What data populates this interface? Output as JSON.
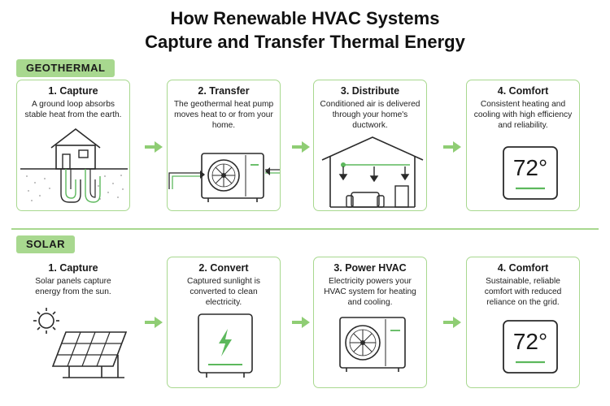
{
  "title_line1": "How Renewable HVAC Systems",
  "title_line2": "Capture and Transfer Thermal Energy",
  "colors": {
    "accent_green": "#a8d88f",
    "dark_green": "#5cb85c",
    "line": "#2a2a2a"
  },
  "geothermal": {
    "label": "GEOTHERMAL",
    "steps": [
      {
        "title": "1. Capture",
        "desc": "A ground loop absorbs stable heat from the earth.",
        "icon": "house-ground-loop-icon"
      },
      {
        "title": "2. Transfer",
        "desc": "The geothermal heat pump moves heat to or from your home.",
        "icon": "heat-pump-icon"
      },
      {
        "title": "3. Distribute",
        "desc": "Conditioned air is delivered through your home's ductwork.",
        "icon": "ductwork-house-icon"
      },
      {
        "title": "4. Comfort",
        "desc": "Consistent heating and cooling with high efficiency and reliability.",
        "icon": "thermostat-icon",
        "temp": "72°"
      }
    ]
  },
  "solar": {
    "label": "SOLAR",
    "steps": [
      {
        "title": "1. Capture",
        "desc": "Solar panels capture energy from the sun.",
        "icon": "sun-solar-panel-icon"
      },
      {
        "title": "2. Convert",
        "desc": "Captured sunlight is converted to clean electricity.",
        "icon": "inverter-bolt-icon"
      },
      {
        "title": "3. Power HVAC",
        "desc": "Electricity powers your HVAC system for heating and cooling.",
        "icon": "hvac-unit-icon"
      },
      {
        "title": "4. Comfort",
        "desc": "Sustainable, reliable comfort with reduced reliance on the grid.",
        "icon": "thermostat-icon",
        "temp": "72°"
      }
    ]
  }
}
